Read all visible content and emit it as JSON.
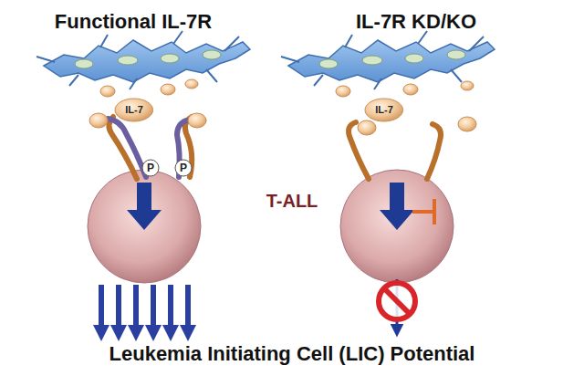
{
  "diagram": {
    "caption": "Leukemia Initiating Cell (LIC) Potential",
    "nodes": [
      {
        "text": [
          "IL-7"
        ]
      },
      {
        "text": [
          "P"
        ]
      },
      {
        "text": [
          "P"
        ]
      },
      {
        "text": [
          "IL-7"
        ]
      }
    ],
    "labels": [
      "Functional IL-7R",
      "IL-7R KD/KO",
      "T-ALL"
    ]
  }
}
